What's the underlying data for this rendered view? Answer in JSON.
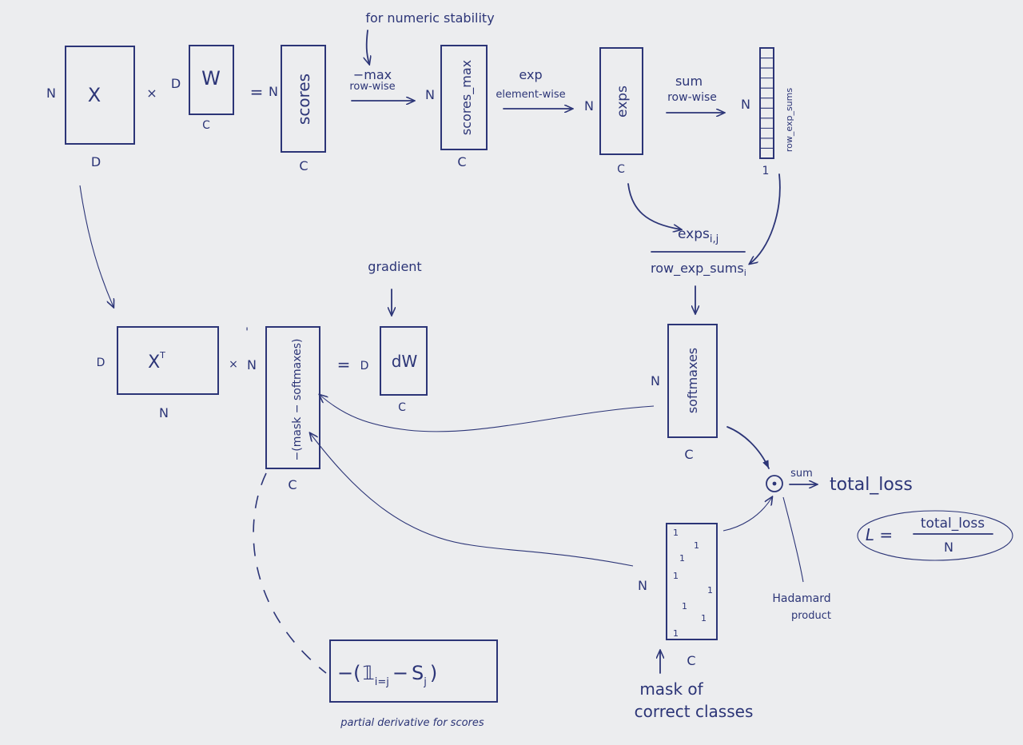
{
  "top": {
    "x_box": {
      "label": "X",
      "rows": "N",
      "cols": "D"
    },
    "times1": "×",
    "w_box": {
      "label": "W",
      "rows": "D",
      "cols": "C"
    },
    "eq1": "=",
    "scores_box": {
      "label": "scores",
      "rows": "N",
      "cols": "C"
    },
    "note_numeric": "for numeric stability",
    "arrow_max": {
      "line1": "−max",
      "line2": "row-wise"
    },
    "scores_max_box": {
      "label": "scores_max",
      "rows": "N",
      "cols": "C"
    },
    "arrow_exp": {
      "line1": "exp",
      "line2": "element-wise"
    },
    "exps_box": {
      "label": "exps",
      "rows": "N",
      "cols": "C"
    },
    "arrow_sum": {
      "line1": "sum",
      "line2": "row-wise"
    },
    "row_sums_box": {
      "label": "row_exp_sums",
      "rows": "N",
      "cols": "1"
    }
  },
  "fraction": {
    "numerator": "exps",
    "numerator_sub": "i,j",
    "denominator": "row_exp_sums",
    "denominator_sub": "i"
  },
  "middle": {
    "xt_box": {
      "label": "X",
      "sup": "T",
      "rows": "D",
      "cols": "N"
    },
    "times2": "×",
    "times2_dim": "N",
    "grad_box": {
      "label": "−(mask − softmaxes)",
      "tick": "'",
      "cols": "C"
    },
    "eq2": "=",
    "dw_box": {
      "label": "dW",
      "rows": "D",
      "cols": "C"
    },
    "gradient_note": "gradient",
    "softmaxes_box": {
      "label": "softmaxes",
      "rows": "N",
      "cols": "C"
    }
  },
  "loss": {
    "hadamard_symbol": "⊙",
    "sum_label": "sum",
    "total_loss": "total_loss",
    "hadamard_note": {
      "line1": "Hadamard",
      "line2": "product"
    },
    "formula": {
      "lhs": "L =",
      "numerator": "total_loss",
      "denominator": "N"
    }
  },
  "mask": {
    "rows": "N",
    "cols": "C",
    "ones": [
      "1",
      "1",
      "1",
      "1",
      "1",
      "1",
      "1",
      "1"
    ],
    "note": {
      "line1": "mask of",
      "line2": "correct classes"
    }
  },
  "partial": {
    "minus_open": "−(",
    "indicator": "𝟙",
    "indicator_sub": "i=j",
    "minus": "−",
    "s": "S",
    "s_sub": "j",
    "close": ")",
    "caption": "partial derivative for scores"
  },
  "colors": {
    "ink": "#2c3577",
    "paper": "#ecedef"
  }
}
